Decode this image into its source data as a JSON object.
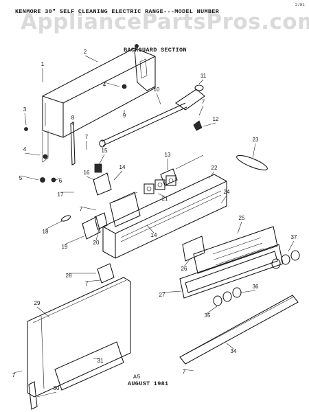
{
  "header": {
    "title_line": "KENMORE 30\" SELF CLEANING ELECTRIC RANGE---MODEL NUMBER",
    "section": "BACKGUARD SECTION"
  },
  "watermark": "AppliancePartsPros.com",
  "corner_code": "2/81",
  "footer": {
    "page": "A5",
    "date": "AUGUST 1981"
  },
  "callouts": [
    "1",
    "2",
    "3",
    "4",
    "4",
    "5",
    "6",
    "7",
    "7",
    "7",
    "7",
    "7",
    "7",
    "8",
    "9",
    "10",
    "11",
    "12",
    "13",
    "14",
    "14",
    "15",
    "16",
    "17",
    "18",
    "19",
    "20",
    "21",
    "22",
    "23",
    "24",
    "25",
    "26",
    "27",
    "28",
    "29",
    "30",
    "31",
    "34",
    "35",
    "36",
    "37"
  ]
}
